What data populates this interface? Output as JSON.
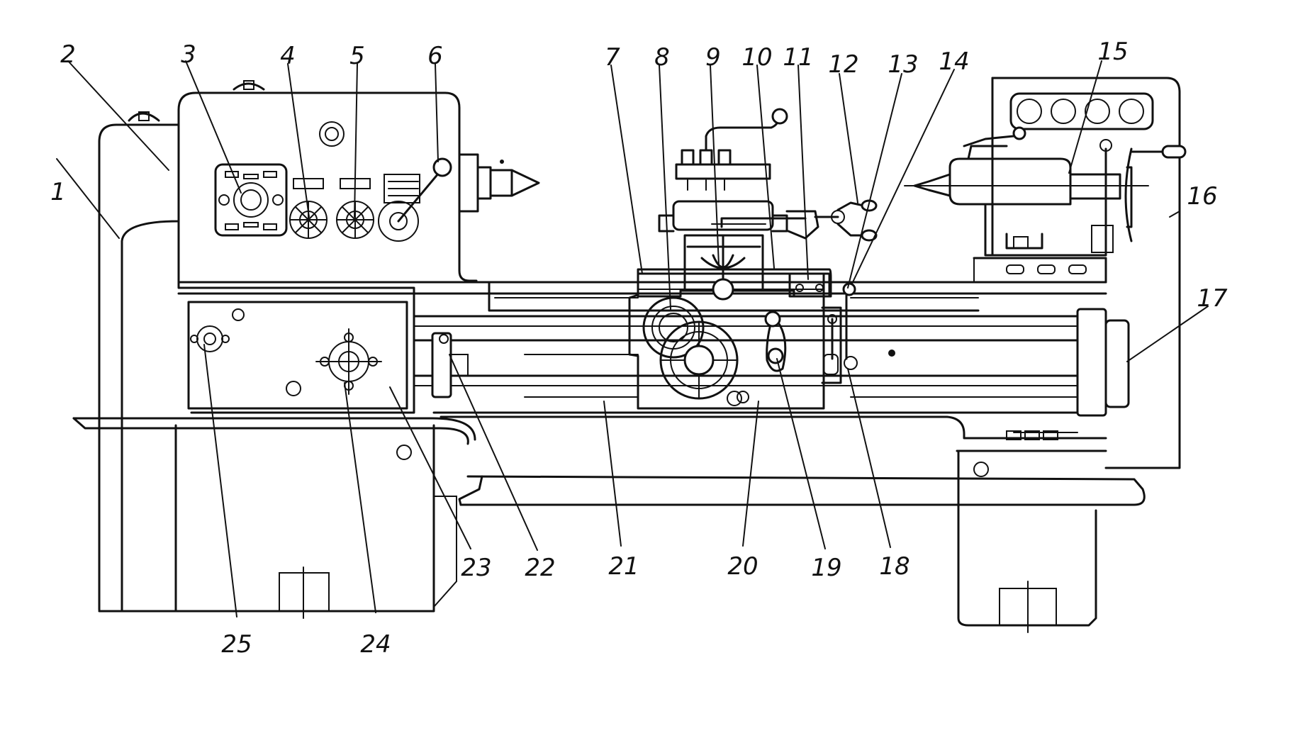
{
  "figure": {
    "callouts": [
      {
        "id": 1,
        "label": "1"
      },
      {
        "id": 2,
        "label": "2"
      },
      {
        "id": 3,
        "label": "3"
      },
      {
        "id": 4,
        "label": "4"
      },
      {
        "id": 5,
        "label": "5"
      },
      {
        "id": 6,
        "label": "6"
      },
      {
        "id": 7,
        "label": "7"
      },
      {
        "id": 8,
        "label": "8"
      },
      {
        "id": 9,
        "label": "9"
      },
      {
        "id": 10,
        "label": "10"
      },
      {
        "id": 11,
        "label": "11"
      },
      {
        "id": 12,
        "label": "12"
      },
      {
        "id": 13,
        "label": "13"
      },
      {
        "id": 14,
        "label": "14"
      },
      {
        "id": 15,
        "label": "15"
      },
      {
        "id": 16,
        "label": "16"
      },
      {
        "id": 17,
        "label": "17"
      },
      {
        "id": 18,
        "label": "18"
      },
      {
        "id": 19,
        "label": "19"
      },
      {
        "id": 20,
        "label": "20"
      },
      {
        "id": 21,
        "label": "21"
      },
      {
        "id": 22,
        "label": "22"
      },
      {
        "id": 23,
        "label": "23"
      },
      {
        "id": 24,
        "label": "24"
      },
      {
        "id": 25,
        "label": "25"
      }
    ]
  }
}
